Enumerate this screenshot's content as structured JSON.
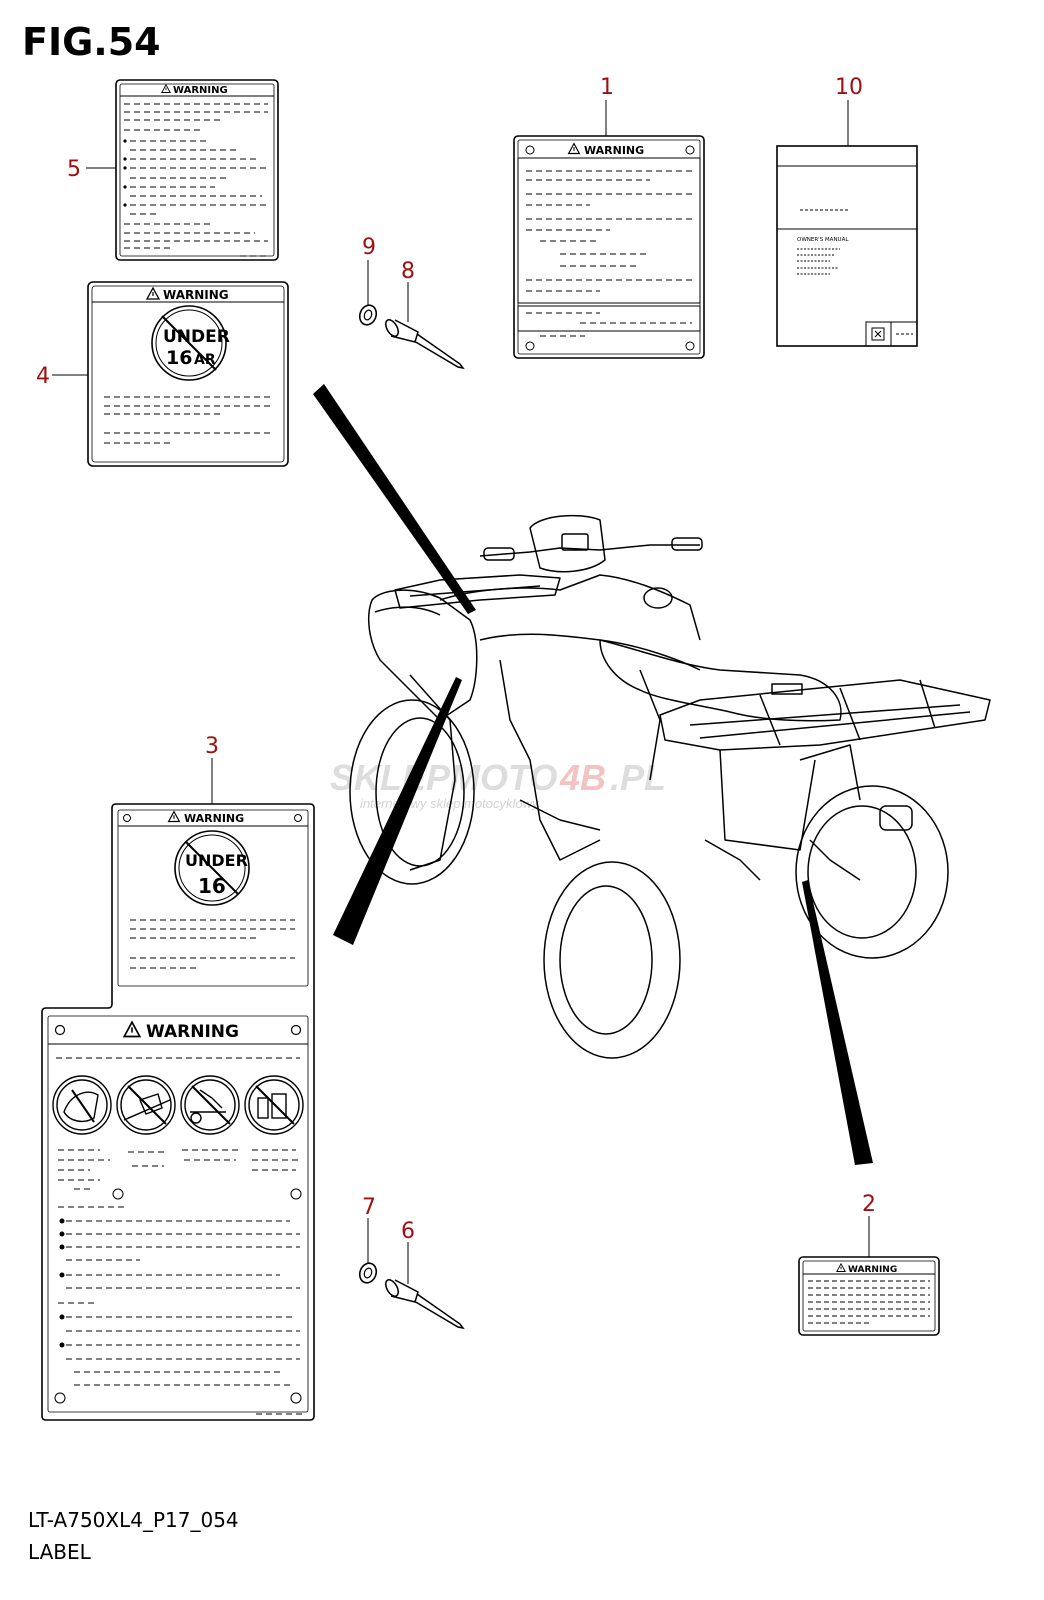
{
  "figure": {
    "title": "FIG.54",
    "code": "LT-A750XL4_P17_054",
    "caption": "LABEL"
  },
  "callouts": [
    "1",
    "2",
    "3",
    "4",
    "5",
    "6",
    "7",
    "8",
    "9",
    "10"
  ],
  "labels": {
    "warning": "WARNING",
    "under": "UNDER",
    "age": "16",
    "ar": "AR",
    "owners_manual": "OWNER'S MANUAL"
  },
  "watermark": {
    "brand_a": "SKLEPMOTO",
    "brand_b": "4B",
    "brand_c": ".PL",
    "tagline": "internetowy sklep motocyklowy"
  },
  "colors": {
    "callout": "#a01010",
    "line": "#000000",
    "watermark": "#d0d0d0",
    "watermark_accent": "#f0b0b0"
  }
}
